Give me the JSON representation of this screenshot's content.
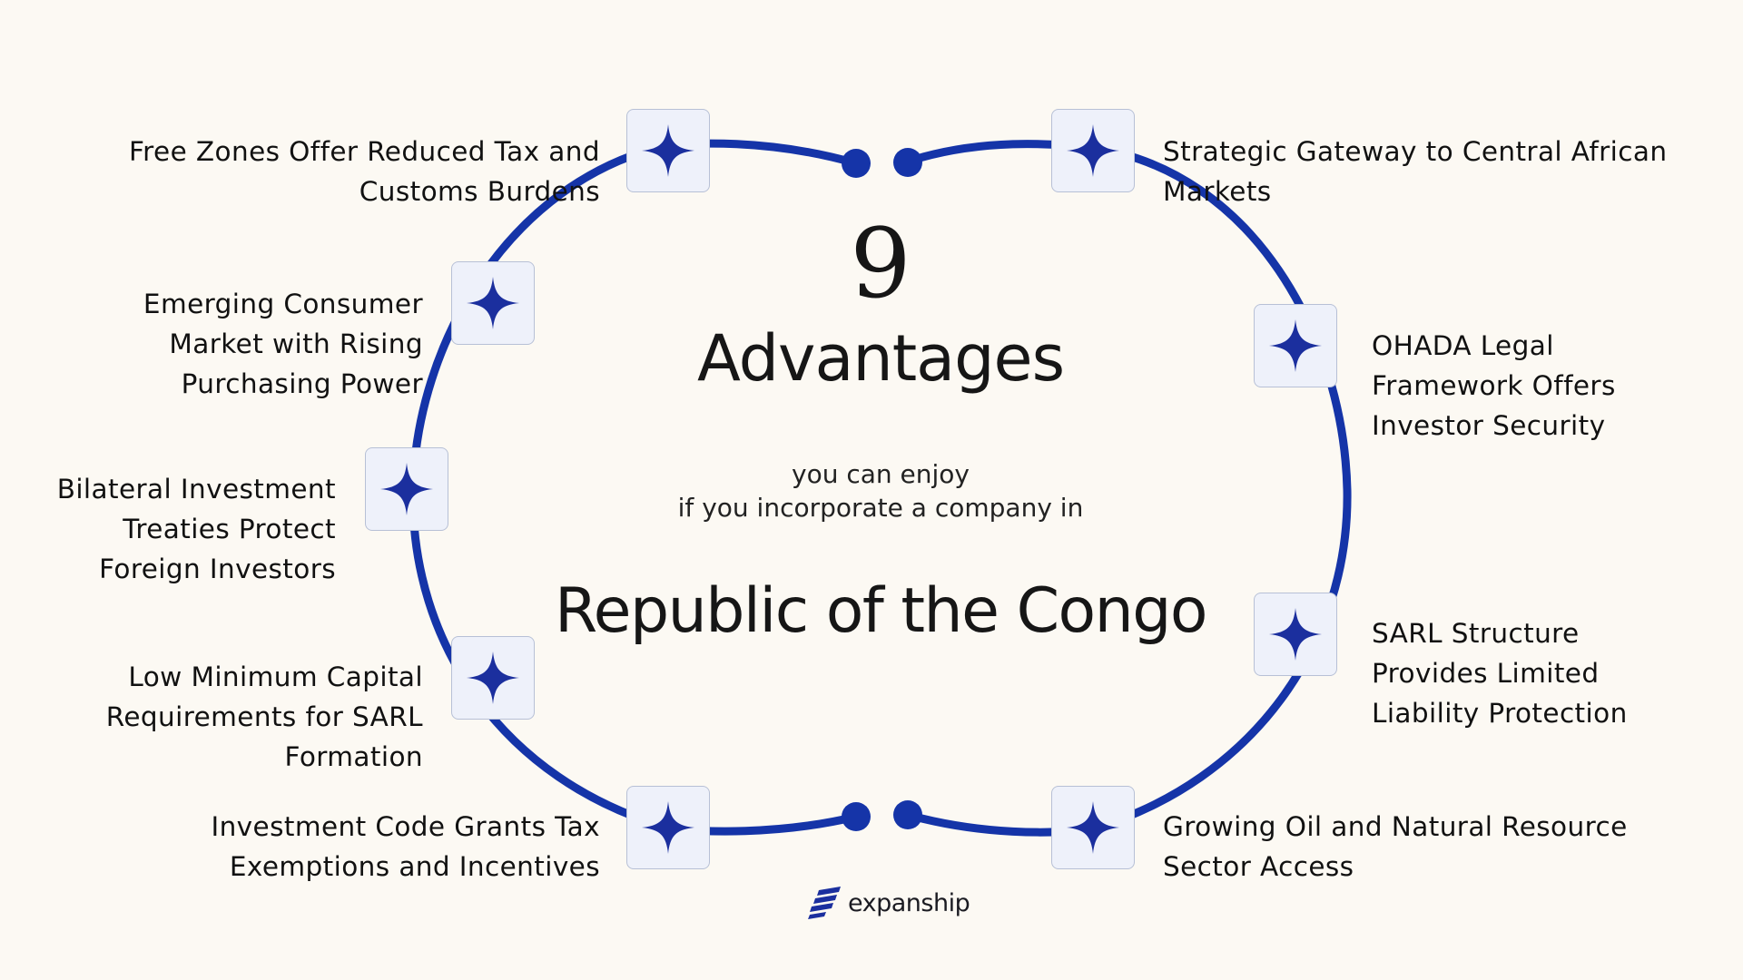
{
  "center": {
    "number": "9",
    "title": "Advantages",
    "sub_line1": "you can enjoy",
    "sub_line2": "if you incorporate a company in",
    "country": "Republic of the Congo"
  },
  "colors": {
    "ring": "#1534a8",
    "star": "#1b2f9e",
    "node_bg": "#eef1fa",
    "background": "#fcf9f3"
  },
  "advantages": [
    {
      "lines": [
        "Free Zones Offer Reduced Tax and",
        "Customs Burdens"
      ],
      "icon": "sparkle-icon"
    },
    {
      "lines": [
        "Emerging Consumer",
        "Market with Rising",
        "Purchasing Power"
      ],
      "icon": "sparkle-icon"
    },
    {
      "lines": [
        "Bilateral Investment",
        "Treaties Protect",
        "Foreign Investors"
      ],
      "icon": "sparkle-icon"
    },
    {
      "lines": [
        "Low Minimum Capital",
        "Requirements for SARL",
        "Formation"
      ],
      "icon": "sparkle-icon"
    },
    {
      "lines": [
        "Investment Code Grants Tax",
        "Exemptions and Incentives"
      ],
      "icon": "sparkle-icon"
    },
    {
      "lines": [
        "Strategic Gateway to Central African",
        "Markets"
      ],
      "icon": "sparkle-icon"
    },
    {
      "lines": [
        "OHADA Legal",
        "Framework Offers",
        "Investor Security"
      ],
      "icon": "sparkle-icon"
    },
    {
      "lines": [
        "SARL Structure",
        "Provides Limited",
        "Liability Protection"
      ],
      "icon": "sparkle-icon"
    },
    {
      "lines": [
        "Growing Oil and Natural Resource",
        "Sector Access"
      ],
      "icon": "sparkle-icon"
    }
  ],
  "brand": {
    "name": "expanship",
    "icon": "expanship-logo-icon"
  }
}
